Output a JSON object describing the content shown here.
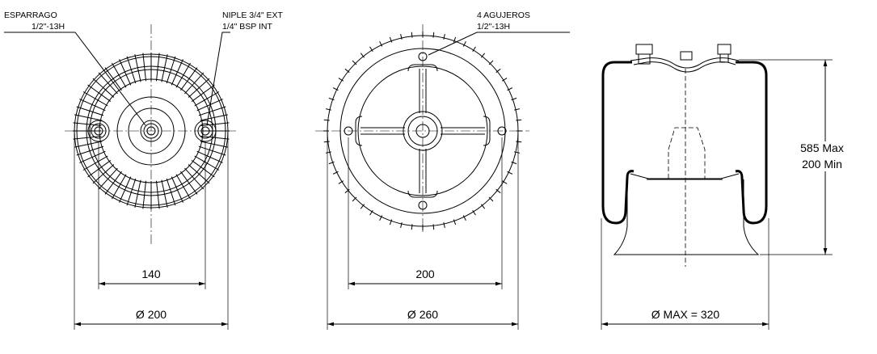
{
  "view_top_left": {
    "label_stud": "ESPARRAGO",
    "label_stud_thread": "1/2\"-13H",
    "label_nipple": "NIPLE 3/4\" EXT",
    "label_nipple_thread": "1/4\" BSP INT",
    "dim_inner": "140",
    "dim_outer": "Ø 200"
  },
  "view_bottom": {
    "label_holes": "4 AGUJEROS",
    "label_holes_thread": "1/2\"-13H",
    "dim_inner": "200",
    "dim_outer": "Ø 260"
  },
  "view_side": {
    "height_max": "585 Max",
    "height_min": "200 Min",
    "dim_diameter": "Ø MAX = 320"
  }
}
